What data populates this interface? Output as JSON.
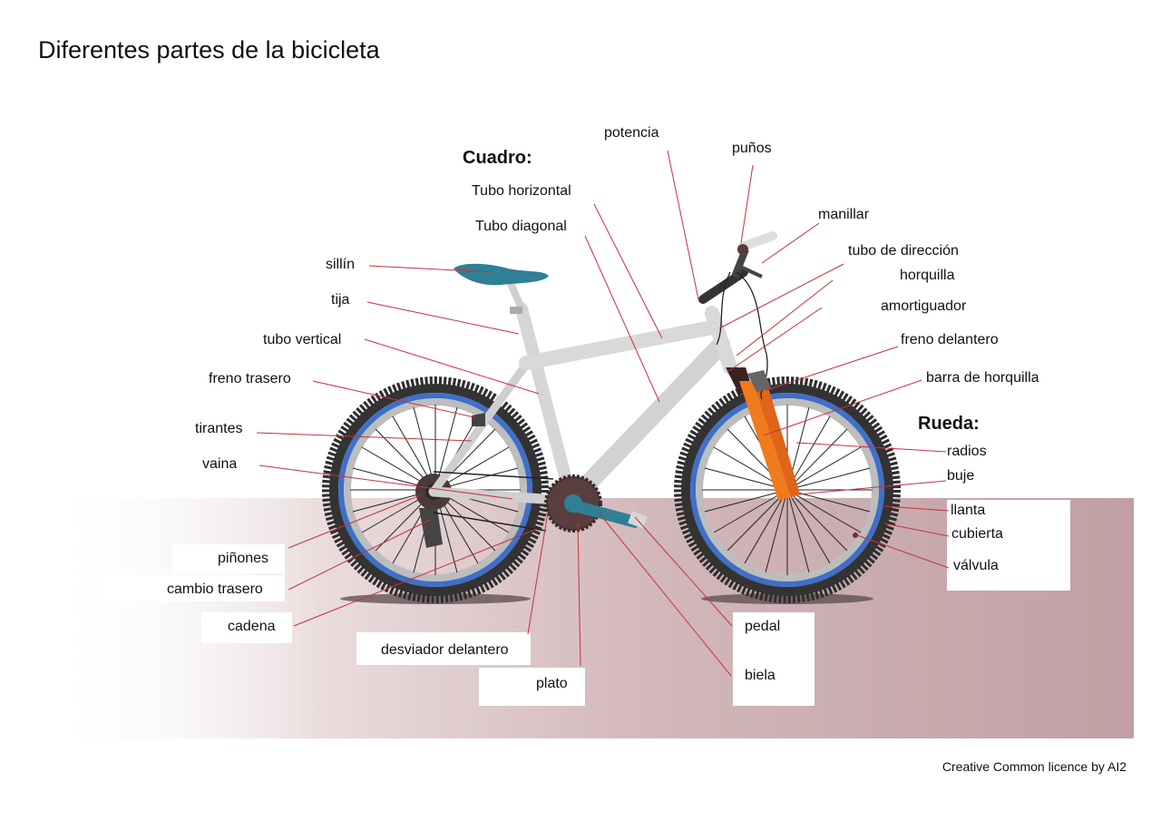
{
  "title": "Diferentes partes de la bicicleta",
  "sections": {
    "frame": "Cuadro:",
    "wheel": "Rueda:"
  },
  "labels": {
    "potencia": "potencia",
    "punos": "puños",
    "tubo_horizontal": "Tubo horizontal",
    "tubo_diagonal": "Tubo diagonal",
    "manillar": "manillar",
    "tubo_direccion": "tubo de dirección",
    "horquilla": "horquilla",
    "amortiguador": "amortiguador",
    "freno_delantero": "freno delantero",
    "barra_horquilla": "barra de horquilla",
    "sillin": "sillín",
    "tija": "tija",
    "tubo_vertical": "tubo vertical",
    "freno_trasero": "freno trasero",
    "tirantes": "tirantes",
    "vaina": "vaina",
    "pinones": "piñones",
    "cambio_trasero": "cambio trasero",
    "cadena": "cadena",
    "desviador_delantero": "desviador delantero",
    "plato": "plato",
    "pedal": "pedal",
    "biela": "biela",
    "radios": "radios",
    "buje": "buje",
    "llanta": "llanta",
    "cubierta": "cubierta",
    "valvula": "válvula"
  },
  "credit": "Creative Common licence by AI2",
  "colors": {
    "leader_line": "#c8323a",
    "frame": "#d9d9d9",
    "tire": "#333333",
    "rim_blue": "#3f6fc8",
    "fork": "#f07a1e",
    "saddle": "#2f7f95",
    "ground": "#c4a3a6"
  }
}
